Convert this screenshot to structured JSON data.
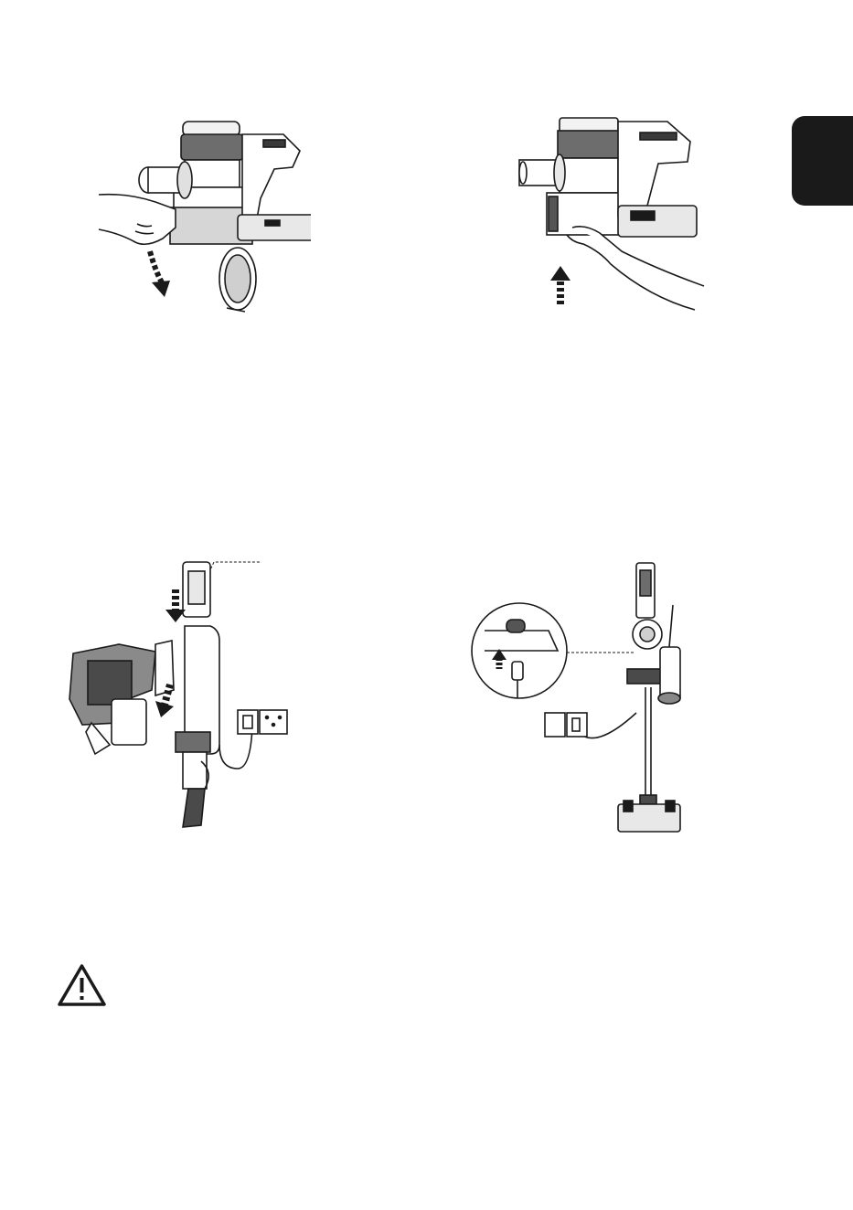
{
  "page": {
    "side_tab_color": "#1a1a1a",
    "line_color": "#1a1a1a"
  },
  "figures": [
    {
      "id": "remove-dust-bin",
      "icon": "vacuum-dust-bin-release-illustration"
    },
    {
      "id": "reattach-dust-bin",
      "icon": "vacuum-dust-bin-push-up-illustration"
    },
    {
      "id": "wall-mount-charging",
      "icon": "wall-mount-charging-illustration"
    },
    {
      "id": "direct-charging",
      "icon": "direct-charging-illustration"
    }
  ],
  "warning": {
    "icon": "warning-triangle-icon"
  }
}
